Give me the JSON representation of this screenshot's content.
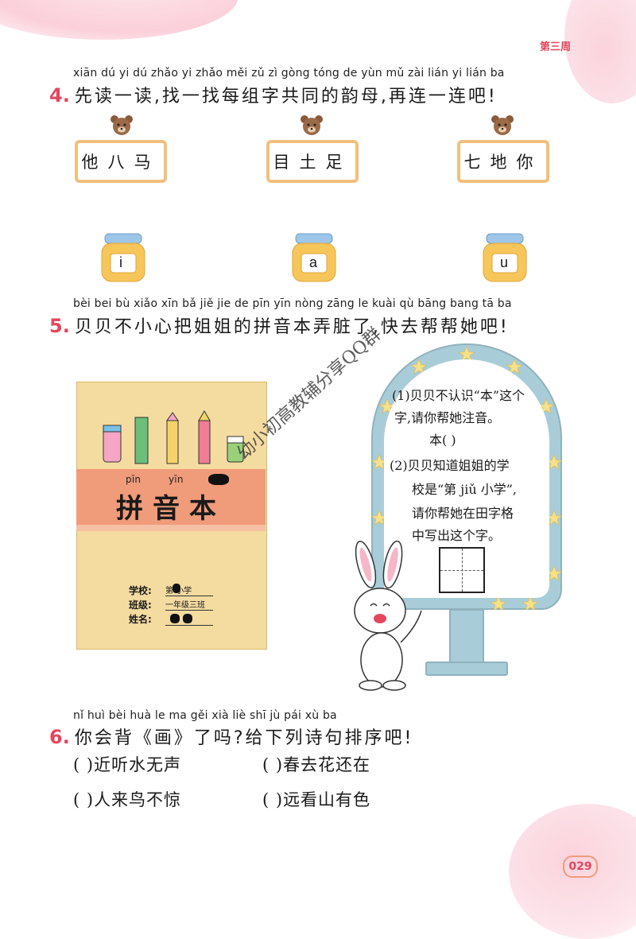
{
  "header": {
    "week_label": "第三周"
  },
  "q4": {
    "number": "4.",
    "pinyin": "xiān dú yi dú   zhǎo yi zhǎo měi zǔ  zì  gòng tóng de yùn mǔ   zài lián yi lián ba",
    "text": "先读一读,找一找每组字共同的韵母,再连一连吧!",
    "cards": [
      "他八马",
      "目土足",
      "七地你"
    ],
    "jars": [
      "i",
      "a",
      "u"
    ]
  },
  "q5": {
    "number": "5.",
    "pinyin": "bèi bei bù xiǎo xīn bǎ jiě  jie de pīn yīn     nòng zāng le    kuài qù bāng bang tā  ba",
    "text": "贝贝不小心把姐姐的拼音本弄脏了,快去帮帮她吧!",
    "book": {
      "pinyin_left": "pīn",
      "pinyin_right": "yīn",
      "title": "拼音本",
      "school_label": "学校:",
      "school_value": "第  小学",
      "class_label": "班级:",
      "class_value": "一年级三班",
      "name_label": "姓名:"
    },
    "mirror": {
      "line1": "(1)贝贝不认识“本”这个",
      "line2": "字,请你帮她注音。",
      "line3": "本(      )",
      "line4": "(2)贝贝知道姐姐的学",
      "line5": "校是“第 jiǔ 小学”,",
      "line6": "请你帮她在田字格",
      "line7": "中写出这个字。"
    },
    "watermark": "幼小初高教辅分享QQ群"
  },
  "q6": {
    "number": "6.",
    "pinyin": "nǐ huì bèi   huà    le ma    gěi xià liè shī jù pái xù ba",
    "text": "你会背《画》了吗?给下列诗句排序吧!",
    "lines": [
      {
        "paren": "(        )",
        "verse": "近听水无声"
      },
      {
        "paren": "(        )",
        "verse": "春去花还在"
      },
      {
        "paren": "(        )",
        "verse": "人来鸟不惊"
      },
      {
        "paren": "(        )",
        "verse": "远看山有色"
      }
    ]
  },
  "footer": {
    "page_number": "029"
  },
  "colors": {
    "accent": "#e4465c",
    "card_border": "#f1c07e",
    "mirror": "#a9cdd8",
    "book_band": "#f09b7a"
  }
}
